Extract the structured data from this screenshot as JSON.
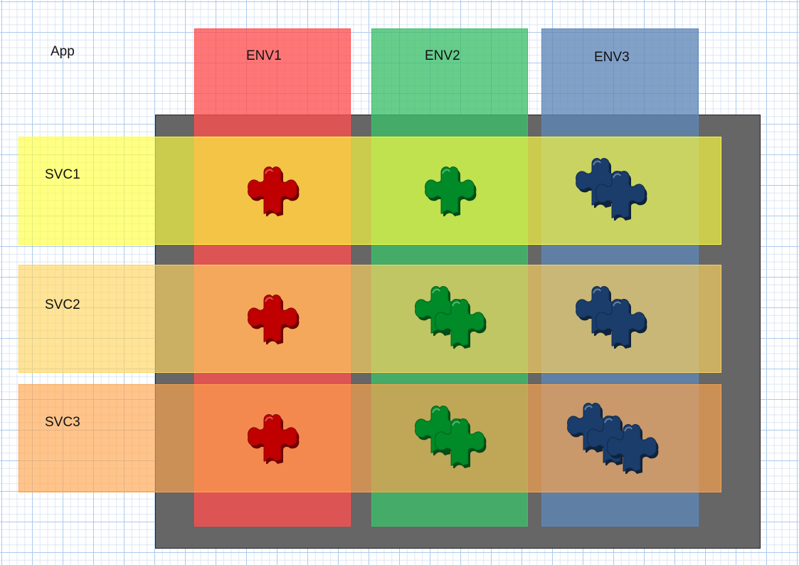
{
  "app_label": "App",
  "colors": {
    "platform": "#666666",
    "env1": "#ff5050",
    "env2": "#3cbf6a",
    "env3": "#5f86b7",
    "svc1": "#ffff40",
    "svc2": "#ffd460",
    "svc3": "#ffa64d",
    "piece_red": "#c00000",
    "piece_green": "#008a28",
    "piece_blue": "#1a3d6b"
  },
  "environments": [
    {
      "label": "ENV1",
      "color_key": "env1"
    },
    {
      "label": "ENV2",
      "color_key": "env2"
    },
    {
      "label": "ENV3",
      "color_key": "env3"
    }
  ],
  "services": [
    {
      "label": "SVC1",
      "color_key": "svc1"
    },
    {
      "label": "SVC2",
      "color_key": "svc2"
    },
    {
      "label": "SVC3",
      "color_key": "svc3"
    }
  ],
  "cells": [
    {
      "service": "SVC1",
      "environment": "ENV1",
      "puzzle_icon": "puzzle-piece-icon",
      "count": 1,
      "color_key": "piece_red"
    },
    {
      "service": "SVC1",
      "environment": "ENV2",
      "puzzle_icon": "puzzle-piece-icon",
      "count": 1,
      "color_key": "piece_green"
    },
    {
      "service": "SVC1",
      "environment": "ENV3",
      "puzzle_icon": "puzzle-piece-icon",
      "count": 2,
      "color_key": "piece_blue"
    },
    {
      "service": "SVC2",
      "environment": "ENV1",
      "puzzle_icon": "puzzle-piece-icon",
      "count": 1,
      "color_key": "piece_red"
    },
    {
      "service": "SVC2",
      "environment": "ENV2",
      "puzzle_icon": "puzzle-piece-icon",
      "count": 2,
      "color_key": "piece_green"
    },
    {
      "service": "SVC2",
      "environment": "ENV3",
      "puzzle_icon": "puzzle-piece-icon",
      "count": 2,
      "color_key": "piece_blue"
    },
    {
      "service": "SVC3",
      "environment": "ENV1",
      "puzzle_icon": "puzzle-piece-icon",
      "count": 1,
      "color_key": "piece_red"
    },
    {
      "service": "SVC3",
      "environment": "ENV2",
      "puzzle_icon": "puzzle-piece-icon",
      "count": 2,
      "color_key": "piece_green"
    },
    {
      "service": "SVC3",
      "environment": "ENV3",
      "puzzle_icon": "puzzle-piece-icon",
      "count": 3,
      "color_key": "piece_blue"
    }
  ]
}
